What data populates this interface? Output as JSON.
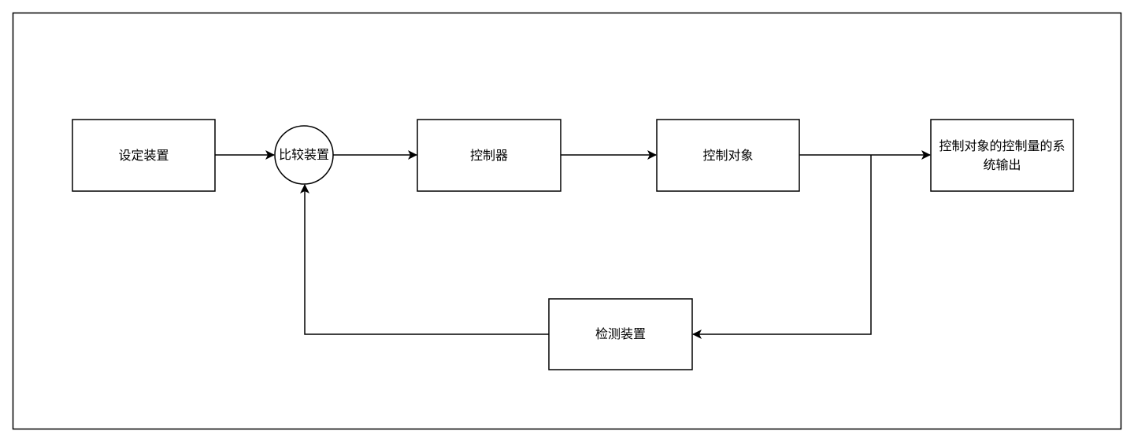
{
  "diagram": {
    "nodes": {
      "setpoint": "设定装置",
      "comparator": "比较装置",
      "controller": "控制器",
      "plant": "控制对象",
      "output": "控制对象的控制量的系统输出",
      "sensor": "检测装置"
    }
  }
}
